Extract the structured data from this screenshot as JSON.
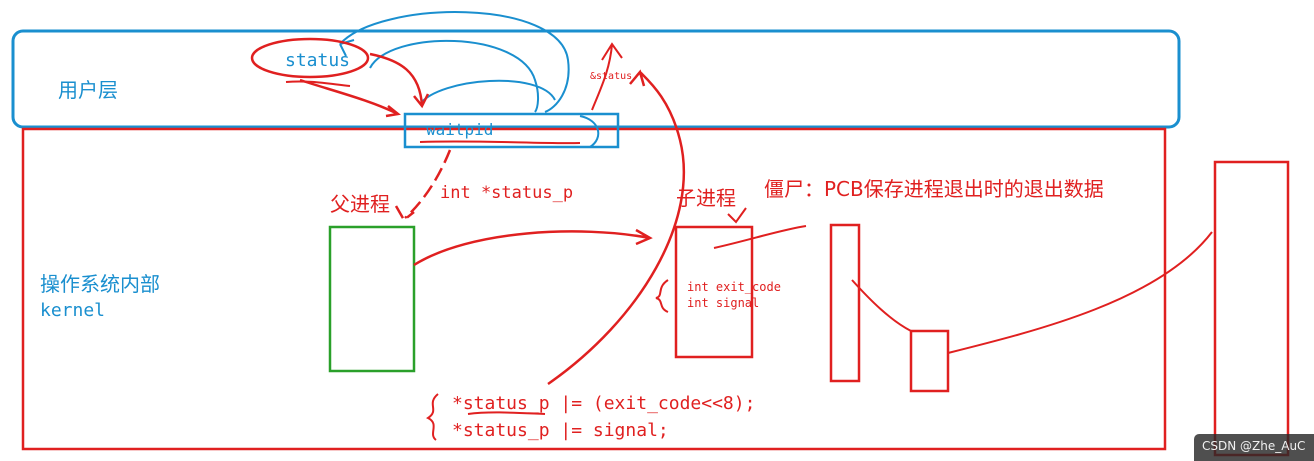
{
  "labels": {
    "user_layer": "用户层",
    "status_var": "status",
    "amp_status": "&status",
    "waitpid": "waitpid",
    "parent_process": "父进程",
    "status_p_decl": "int *status_p",
    "child_process": "子进程",
    "zombie_desc": "僵尸：PCB保存进程退出时的退出数据",
    "os_internal": "操作系统内部",
    "kernel": "kernel",
    "exit_code_field": "int exit_code",
    "signal_field": "int signal",
    "code_line_1": "*status_p |= (exit_code<<8);",
    "code_line_2": "*status_p |= signal;"
  },
  "watermark": "CSDN @Zhe_AuC",
  "colors": {
    "blue": "#1a8fcf",
    "red": "#e02020",
    "green": "#2aa02a"
  }
}
